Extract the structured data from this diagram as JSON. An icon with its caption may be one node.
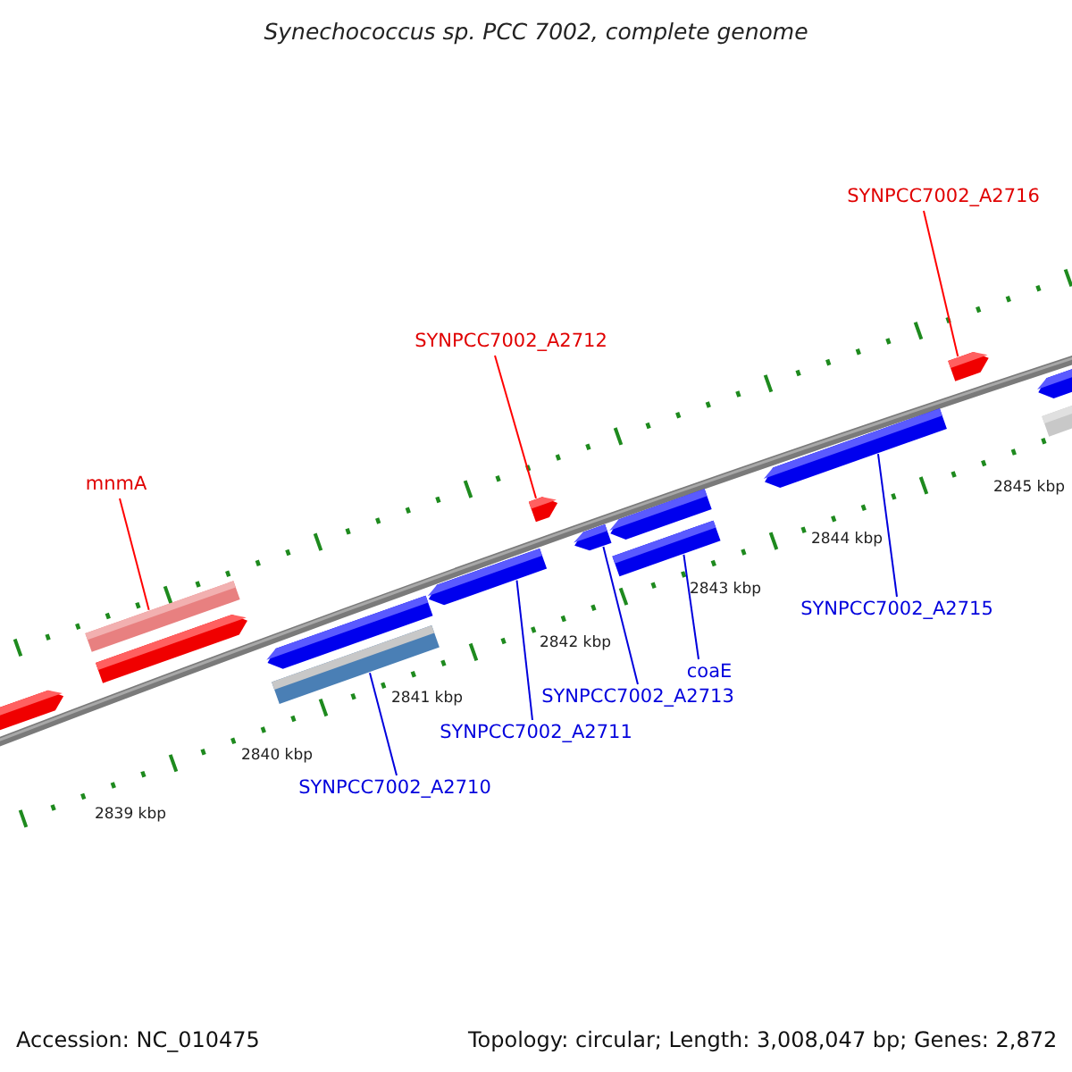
{
  "diagram": {
    "title": "Synechococcus sp. PCC 7002, complete genome",
    "nodes": [
      {
        "text": [
          "SYNPCC7002_A2716"
        ]
      },
      {
        "text": [
          "SYNPCC7002_A2712"
        ]
      },
      {
        "text": [
          "mnmA"
        ]
      },
      {
        "text": [
          "SYNPCC7002_A2715"
        ]
      },
      {
        "text": [
          "coaE"
        ]
      },
      {
        "text": [
          "SYNPCC7002_A2713"
        ]
      },
      {
        "text": [
          "SYNPCC7002_A2711"
        ]
      },
      {
        "text": [
          "SYNPCC7002_A2710"
        ]
      },
      {
        "text": [],
        "shape": "arrow"
      },
      {
        "text": [],
        "shape": "bar"
      },
      {
        "text": [],
        "shape": "arrow"
      },
      {
        "text": [],
        "shape": "arrow"
      },
      {
        "text": [],
        "shape": "bar"
      },
      {
        "text": [],
        "shape": "arrow"
      },
      {
        "text": [],
        "shape": "arrow"
      },
      {
        "text": [],
        "shape": "arrow"
      },
      {
        "text": [],
        "shape": "arrow"
      },
      {
        "text": [],
        "shape": "bar"
      },
      {
        "text": [],
        "shape": "arrow"
      },
      {
        "text": [],
        "shape": "arrow"
      },
      {
        "text": [],
        "shape": "arrow"
      },
      {
        "text": [],
        "shape": "bar"
      }
    ],
    "edges": [
      {
        "from": 0,
        "to": 19,
        "arrow": "none",
        "color": "#ff0000"
      },
      {
        "from": 1,
        "to": 14,
        "arrow": "none",
        "color": "#ff0000"
      },
      {
        "from": 2,
        "to": 9,
        "arrow": "none",
        "color": "#ff0000"
      },
      {
        "from": 3,
        "to": 18,
        "arrow": "none"
      },
      {
        "from": 4,
        "to": 17,
        "arrow": "none"
      },
      {
        "from": 5,
        "to": 15,
        "arrow": "none"
      },
      {
        "from": 6,
        "to": 13,
        "arrow": "none"
      },
      {
        "from": 7,
        "to": 12,
        "arrow": "none"
      }
    ],
    "labels": [
      "2845 kbp",
      "2844 kbp",
      "2843 kbp",
      "2842 kbp",
      "2841 kbp",
      "2840 kbp",
      "2839 kbp",
      "Accession: NC_010475",
      "Topology: circular; Length: 3,008,047 bp; Genes: 2,872"
    ]
  }
}
